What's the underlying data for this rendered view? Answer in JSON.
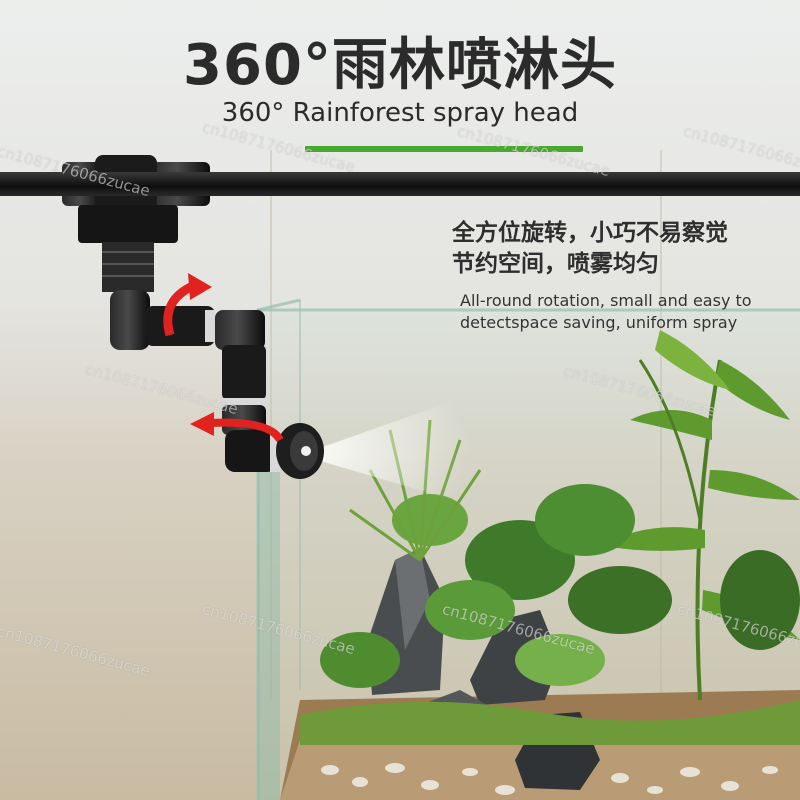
{
  "headline": {
    "title": "360°雨林喷淋头",
    "subtitle": "360° Rainforest spray head"
  },
  "features": {
    "zh_line1": "全方位旋转，小巧不易察觉",
    "zh_line2": "节约空间，喷雾均匀",
    "en_text": "All-round rotation, small and easy to detectspace saving, uniform spray"
  },
  "watermark": "cn1087176066zucae",
  "colors": {
    "accent": "#4aa832",
    "text": "#2b2b2b",
    "arrow": "#e0231f",
    "fitting": "#151515"
  }
}
